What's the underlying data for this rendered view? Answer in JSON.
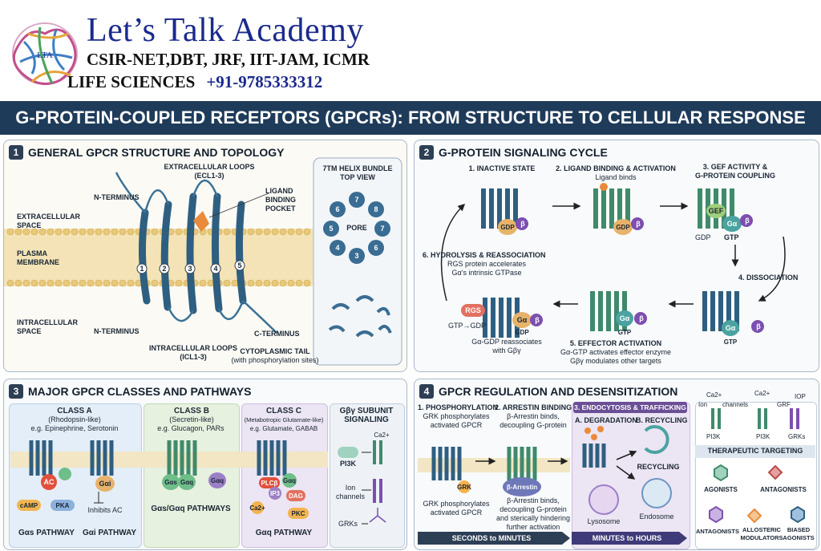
{
  "header": {
    "brand": "Let’s Talk Academy",
    "exams": "CSIR-NET,DBT, JRF, IIT-JAM, ICMR",
    "subject": "LIFE SCIENCES",
    "phone": "+91-9785333312",
    "logo_text": "LTA"
  },
  "title": "G-PROTEIN-COUPLED RECEPTORS (GPCRs): FROM STRUCTURE TO CELLULAR RESPONSE",
  "panel1": {
    "num": "1",
    "title": "GENERAL GPCR STRUCTURE AND TOPOLOGY",
    "ecl": "EXTRACELLULAR LOOPS",
    "ecl_sub": "(ECL1-3)",
    "n_term_top": "N-TERMINUS",
    "ligand": [
      "LIGAND",
      "BINDING",
      "POCKET"
    ],
    "extracellular": [
      "EXTRACELLULAR",
      "SPACE"
    ],
    "membrane": [
      "PLASMA",
      "MEMBRANE"
    ],
    "intracellular": [
      "INTRACELLULAR",
      "SPACE"
    ],
    "n_term_bottom": "N-TERMINUS",
    "c_term": "C-TERMINUS",
    "icl": "INTRACELLULAR LOOPS",
    "icl_sub": "(ICL1-3)",
    "tail": "CYTOPLASMIC TAIL",
    "tail_sub": "(with phosphorylation sites)",
    "helix_numbers": [
      "1",
      "2",
      "3",
      "4",
      "5"
    ],
    "bundle_title": [
      "7TM HELIX BUNDLE",
      "TOP VIEW"
    ],
    "bundle_numbers": [
      "7",
      "6",
      "8",
      "5",
      "7",
      "4",
      "6",
      "3"
    ],
    "pore": "PORE"
  },
  "panel2": {
    "num": "2",
    "title": "G-PROTEIN SIGNALING CYCLE",
    "step1": "1. INACTIVE STATE",
    "step2": "2. LIGAND BINDING & ACTIVATION",
    "step2_sub": "Ligand binds",
    "step3": [
      "3. GEF ACTIVITY &",
      "G-PROTEIN COUPLING"
    ],
    "step4": "4. DISSOCIATION",
    "step5": "5. EFFECTOR ACTIVATION",
    "step5_sub": [
      "Gα-GTP activates effector enzyme",
      "Gβγ modulates other targets"
    ],
    "step6": "6. HYDROLYSIS & REASSOCIATION",
    "step6_sub": [
      "RGS protein accelerates",
      "Gα's intrinsic GTPase"
    ],
    "reassoc": [
      "Gα-GDP reassociates",
      "with Gβγ"
    ],
    "gdp": "GDP",
    "gtp": "GTP",
    "gef": "GEF",
    "galpha": "Gα",
    "beta": "β",
    "rgs": "RGS",
    "gtp_gdp": "GTP→GDP"
  },
  "panel3": {
    "num": "3",
    "title": "MAJOR GPCR CLASSES AND PATHWAYS",
    "classA": "CLASS A",
    "classA_sub": "(Rhodopsin-like)",
    "classA_eg": "e.g. Epinephrine, Serotonin",
    "classB": "CLASS B",
    "classB_sub": "(Secretin-like)",
    "classB_eg": "e.g. Glucagon, PARs",
    "classC": "CLASS C",
    "classC_sub": "(Metabotropic Glutamate-like)",
    "classC_eg": "e.g. Glutamate, GABAB",
    "gbg": [
      "Gβγ SUBUNIT",
      "SIGNALING"
    ],
    "ac": "AC",
    "camp": "cAMP",
    "pka": "PKA",
    "gai": "Gαi",
    "inhibits": "Inhibits AC",
    "gas_path": "Gαs PATHWAY",
    "gai_path": "Gαi PATHWAY",
    "gas": "Gαs",
    "gaq": "Gαq",
    "gas_gaq_path": "Gαs/Gαq PATHWAYS",
    "plcb": "PLCβ",
    "ip3": "IP3",
    "dag": "DAG",
    "ca": "Ca2+",
    "pkc": "PKC",
    "gaq_path": "Gαq PATHWAY",
    "pi3k": "PI3K",
    "ion": [
      "Ion",
      "channels"
    ],
    "grks": "GRKs",
    "ca_small": "Ca2+"
  },
  "panel4": {
    "num": "4",
    "title": "GPCR REGULATION AND DESENSITIZATION",
    "phos": "1. PHOSPHORYLATION",
    "phos_sub": [
      "GRK phosphorylates",
      "activated GPCR"
    ],
    "arrestin": "2. ARRESTIN BINDING",
    "arrestin_sub": [
      "β-Arrestin binds,",
      "decoupling G-protein"
    ],
    "endo": "3. ENDOCYTOSIS & TRAFFICKING",
    "degrad": "A. DEGRADATION",
    "recyc": "B. RECYCLING",
    "grk": "GRK",
    "barrestin": "β-Arrestin",
    "grk_caption": [
      "GRK phosphorylates",
      "activated GPCR"
    ],
    "arr_caption": [
      "β-Arrestin binds,",
      "decoupling G-protein",
      "and sterically hindering",
      "further activation"
    ],
    "lysosome": "Lysosome",
    "endosome": "Endosome",
    "recycling": "RECYCLING",
    "sec_min": "SECONDS to MINUTES",
    "min_hr": "MINUTES to HOURS",
    "ion_channels": [
      "Ion",
      "channels"
    ],
    "ca_a": "Ca2+",
    "ca_b": "Ca2+",
    "grf": "GRF",
    "iop": "IOP",
    "pi3k_a": "PI3K",
    "pi3k_b": "PI3K",
    "grks": "GRKs",
    "thera": "THERAPEUTIC TARGETING",
    "agonists": "AGONISTS",
    "antagonists": "ANTAGONISTS",
    "antagonists2": "ANTAGONISTS",
    "allosteric": [
      "ALLOSTERIC",
      "MODULATORS"
    ],
    "biased": [
      "BIASED",
      "AGONISTS"
    ]
  }
}
